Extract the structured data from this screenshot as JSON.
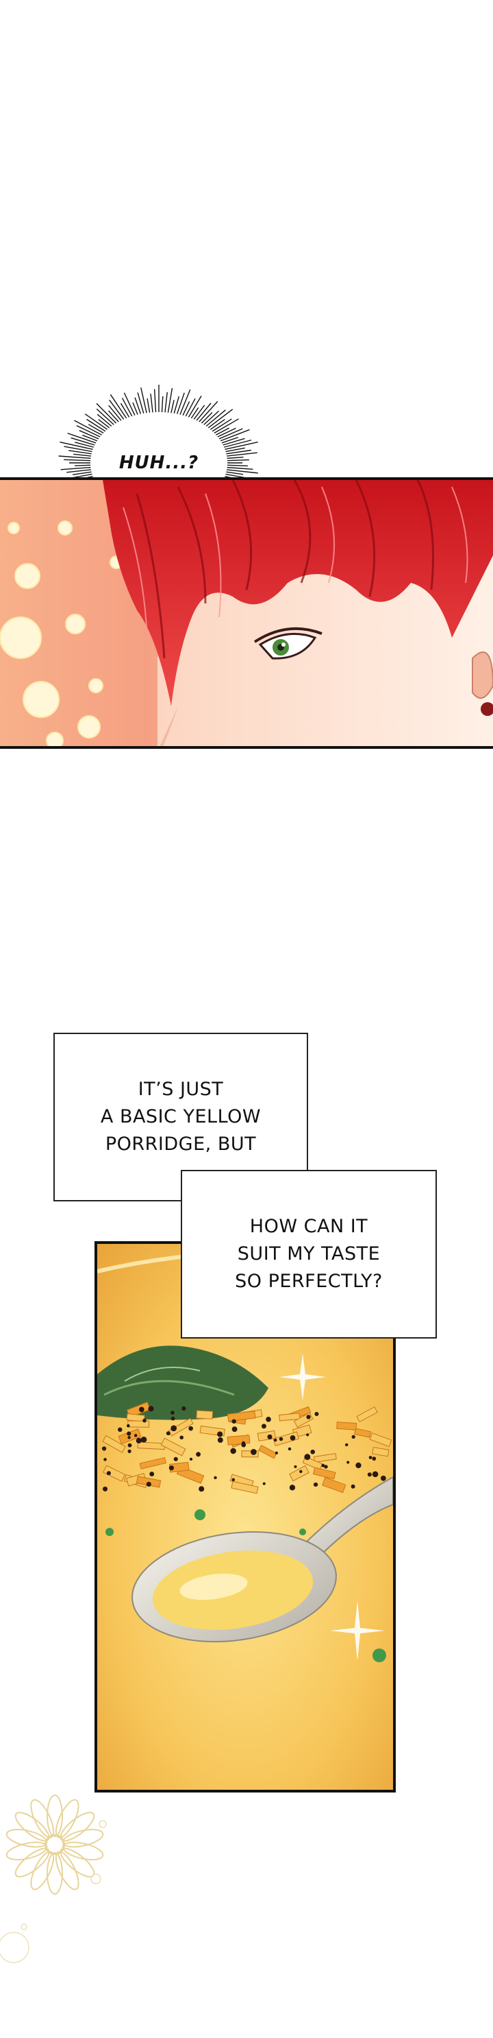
{
  "speech": {
    "burst_text": "HUH...?"
  },
  "narration": {
    "box1_lines": [
      "IT’S JUST",
      "A BASIC YELLOW",
      "PORRIDGE, BUT"
    ],
    "box2_lines": [
      "HOW CAN IT",
      "SUIT MY TASTE",
      "SO PERFECTLY?"
    ]
  },
  "icons": {
    "burst": "spiky-burst-bubble-icon",
    "flower": "flower-decoration-icon"
  },
  "colors": {
    "hair": "#e0252c",
    "skin": "#fde3d4",
    "bokeh_bg": "#f5a083",
    "eye": "#4d8a3a",
    "porridge": "#f6c55a",
    "spinach": "#3e6a3a",
    "flower": "#e8d49a"
  }
}
